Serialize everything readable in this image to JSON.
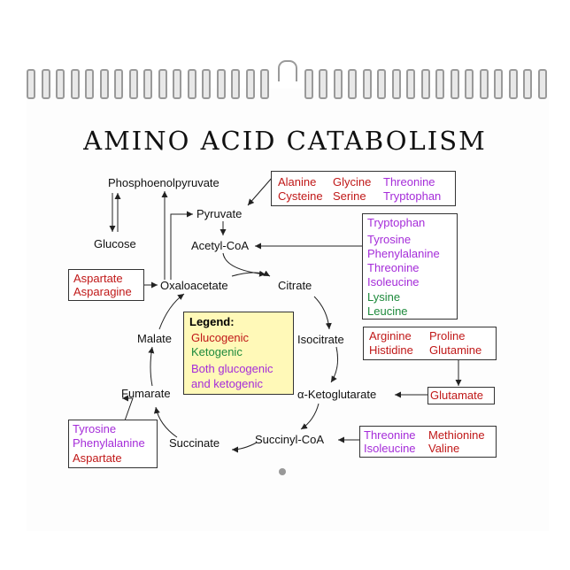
{
  "title": "AMINO ACID CATABOLISM",
  "nodes": {
    "pep": "Phosphoenolpyruvate",
    "pyruvate": "Pyruvate",
    "glucose": "Glucose",
    "acetyl": "Acetyl-CoA",
    "oxaloacetate": "Oxaloacetate",
    "citrate": "Citrate",
    "malate": "Malate",
    "isocitrate": "Isocitrate",
    "fumarate": "Fumarate",
    "akg": "α-Ketoglutarate",
    "succinate": "Succinate",
    "succinyl": "Succinyl-CoA"
  },
  "boxes": {
    "pyruvate_group": [
      "Alanine",
      "Glycine",
      "Threonine",
      "Cysteine",
      "Serine",
      "Tryptophan"
    ],
    "acetyl_group": [
      "Tryptophan",
      "Tyrosine",
      "Phenylalanine",
      "Threonine",
      "Isoleucine",
      "Lysine",
      "Leucine"
    ],
    "oxalo_group": [
      "Aspartate",
      "Asparagine"
    ],
    "glutamate_group": [
      "Arginine",
      "Proline",
      "Histidine",
      "Glutamine"
    ],
    "glutamate": "Glutamate",
    "succinyl_group": [
      "Threonine",
      "Methionine",
      "Isoleucine",
      "Valine"
    ],
    "fumarate_group": [
      "Tyrosine",
      "Phenylalanine",
      "Aspartate"
    ]
  },
  "legend": {
    "title": "Legend:",
    "glucogenic": "Glucogenic",
    "ketogenic": "Ketogenic",
    "both_1": "Both glucogenic",
    "both_2": "and ketogenic"
  },
  "colors": {
    "glucogenic": "#c01818",
    "ketogenic": "#1e8a3c",
    "both": "#a52cd9",
    "legend_bg": "#fff9b8"
  }
}
